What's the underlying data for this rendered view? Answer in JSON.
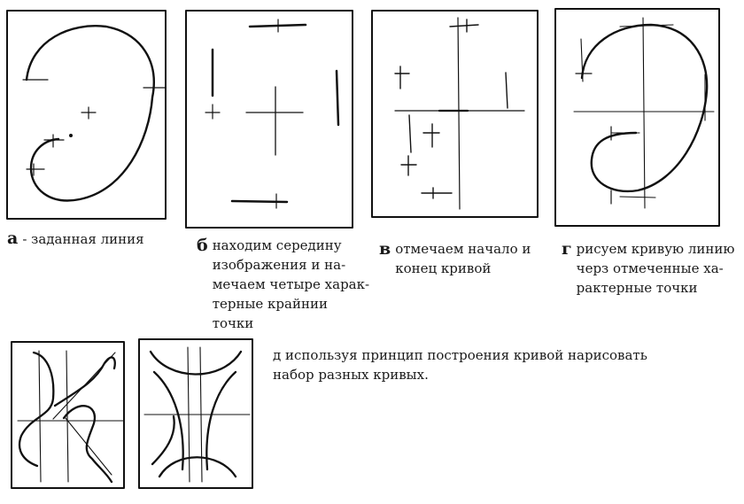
{
  "captions": {
    "a": {
      "letter": "а",
      "text": "- заданная линия"
    },
    "b": {
      "letter": "б",
      "text": "находим середину\nизображения и на-\nмечаем четыре харак-\nтерные крайнии\nточки"
    },
    "v": {
      "letter": "в",
      "text": "отмечаем начало и\nконец кривой"
    },
    "g": {
      "letter": "г",
      "text": "рисуем кривую линию\nчерз отмеченные ха-\nрактерные точки"
    },
    "d": {
      "text": "д используя принцип построения кривой нарисовать\nнабор разных кривых."
    }
  }
}
